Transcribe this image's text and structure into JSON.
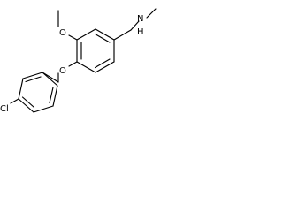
{
  "diagram": {
    "type": "chemical-structure",
    "line_color": "#000000",
    "background": "#ffffff",
    "atom_labels": {
      "methoxy_oxygen": "O",
      "ether_oxygen": "O",
      "amine_nitrogen": "N",
      "amine_hydrogen": "H",
      "chlorine": "Cl"
    }
  }
}
